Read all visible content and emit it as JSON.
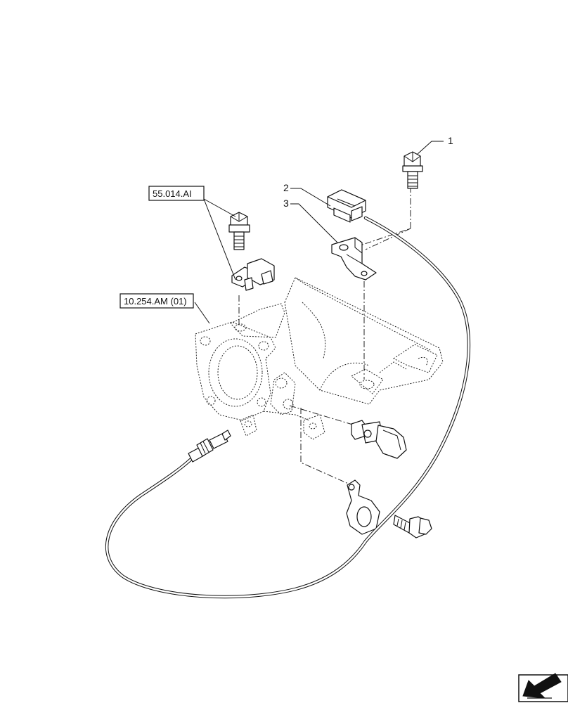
{
  "callouts": {
    "c1": "1",
    "c2": "2",
    "c3": "3"
  },
  "references": {
    "sensor_ref": "55.014.AI",
    "manifold_ref": "10.254.AM (01)"
  },
  "icons": {
    "nav": "next-page-arrow-icon"
  }
}
